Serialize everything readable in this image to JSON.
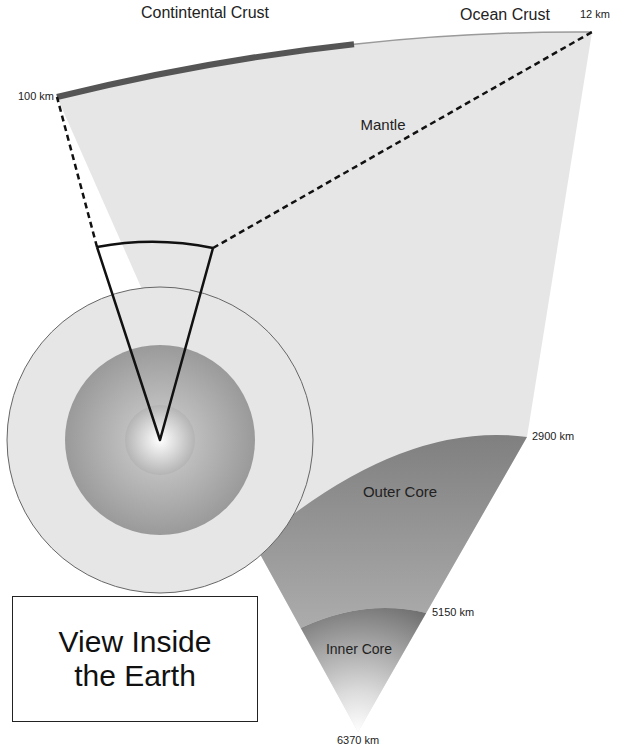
{
  "diagram": {
    "title": "View Inside the Earth",
    "labels": [
      "Contintental Crust",
      "Ocean Crust",
      "100 km",
      "12 km",
      "Mantle",
      "2900 km",
      "Outer Core",
      "5150 km",
      "Inner Core",
      "6370 km"
    ]
  }
}
